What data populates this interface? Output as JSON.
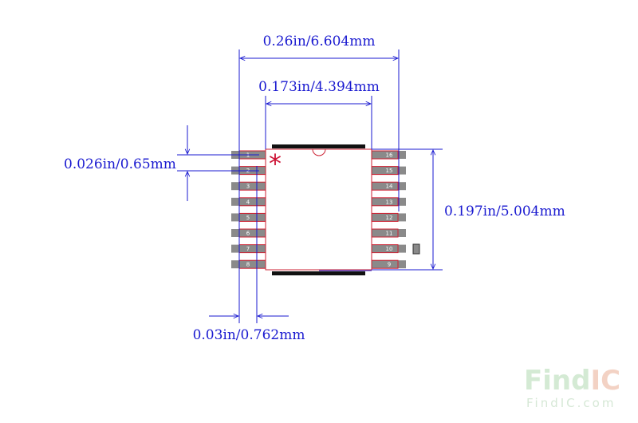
{
  "dimensions": {
    "overall_width": "0.26in/6.604mm",
    "body_width": "0.173in/4.394mm",
    "pitch": "0.026in/0.65mm",
    "height": "0.197in/5.004mm",
    "pad_width": "0.03in/0.762mm"
  },
  "pins": {
    "left": [
      "1",
      "2",
      "3",
      "4",
      "5",
      "6",
      "7",
      "8"
    ],
    "right": [
      "16",
      "15",
      "14",
      "13",
      "12",
      "11",
      "10",
      "9"
    ]
  },
  "pin1_marker": "*",
  "watermark": {
    "find": "Find",
    "ic": "IC",
    "url": "FindIC.com"
  },
  "colors": {
    "dimension": "#1a1ad0",
    "pad_fill": "#8a8a8a",
    "pad_outline": "#cc2233",
    "marker": "#cc1133",
    "body_bar": "#111111"
  }
}
